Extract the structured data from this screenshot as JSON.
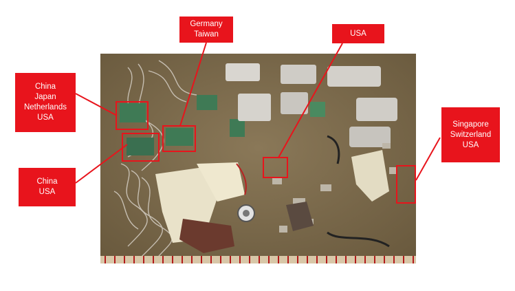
{
  "colors": {
    "label_bg": "#e8141c",
    "label_text": "#ffffff",
    "photo_bg": "#7a6a4c"
  },
  "labels": {
    "china_japan": [
      "China",
      "Japan",
      "Netherlands",
      "USA"
    ],
    "china_usa": [
      "China",
      "USA"
    ],
    "germany_taiwan": [
      "Germany",
      "Taiwan"
    ],
    "usa": [
      "USA"
    ],
    "singapore": [
      "Singapore",
      "Switzerland",
      "USA"
    ]
  }
}
